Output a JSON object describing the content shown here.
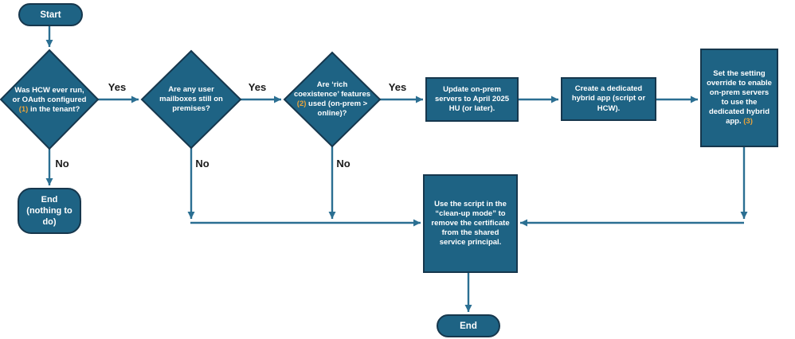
{
  "colors": {
    "shape_fill": "#1e6384",
    "shape_border": "#16374d",
    "connector": "#2b6f92",
    "shape_text": "#ffffff",
    "edge_label_text": "#1a1a1a",
    "accent_reference": "#e9a43c"
  },
  "nodes": {
    "start": {
      "label": "Start"
    },
    "decision_hcw": {
      "text_before": "Was HCW ever run, or OAuth configured ",
      "ref": "(1)",
      "text_after": " in the tenant?"
    },
    "end_nothing": {
      "label": "End (nothing to do)"
    },
    "decision_mailboxes": {
      "text": "Are any user mailboxes still on premises?"
    },
    "decision_coexistence": {
      "text_before": "Are ‘rich coexistence’ features ",
      "ref": "(2)",
      "text_after": " used (on-prem > online)?"
    },
    "process_update": {
      "text": "Update on-prem servers to April 2025 HU (or later)."
    },
    "process_create": {
      "text": "Create a dedicated hybrid app (script or HCW)."
    },
    "process_override": {
      "text_before": "Set the setting override to enable on-prem servers to use the dedicated hybrid app. ",
      "ref": "(3)"
    },
    "process_cleanup": {
      "text": "Use the script in the “clean-up mode” to remove the certificate from the shared service principal."
    },
    "end_final": {
      "label": "End"
    }
  },
  "edge_labels": {
    "hcw_yes": "Yes",
    "hcw_no": "No",
    "mailboxes_yes": "Yes",
    "mailboxes_no": "No",
    "coexistence_yes": "Yes",
    "coexistence_no": "No"
  }
}
